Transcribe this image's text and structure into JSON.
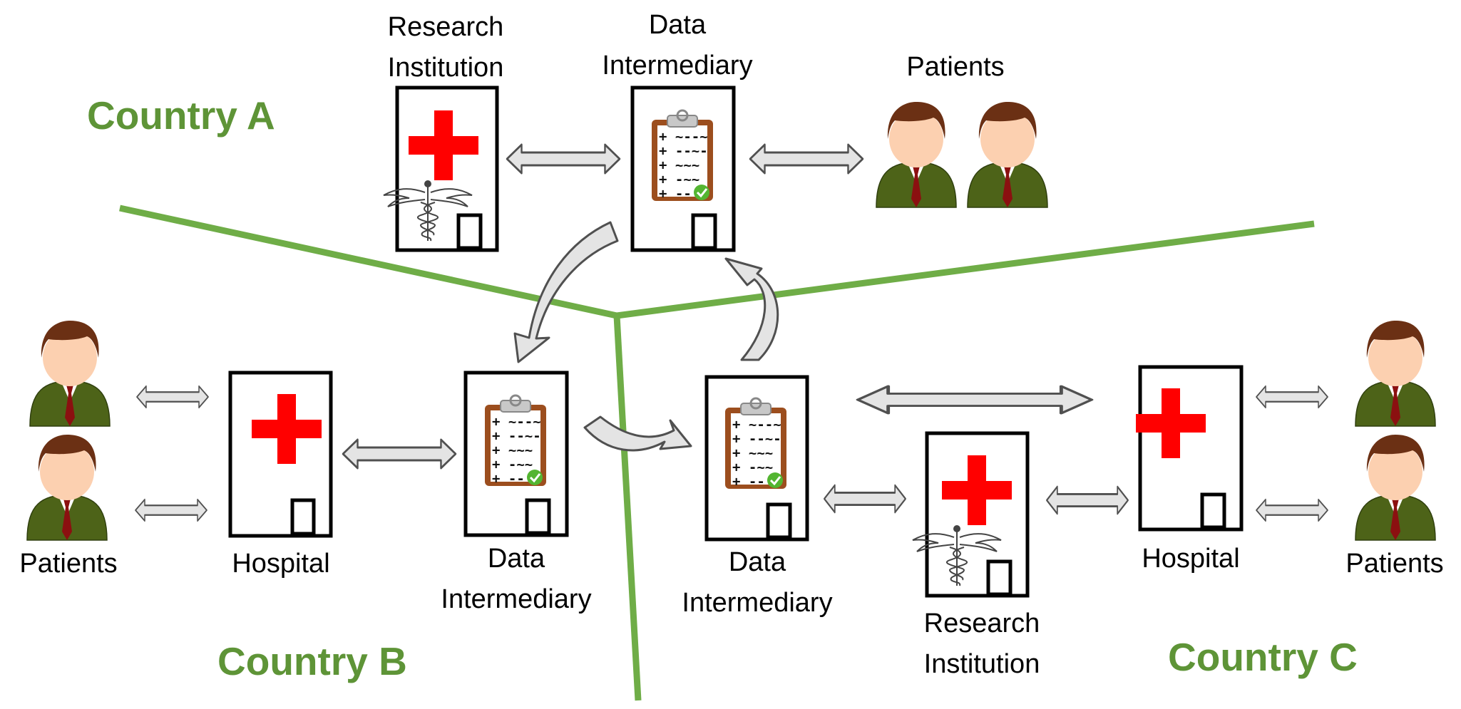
{
  "colors": {
    "border_line": "#6fad47",
    "country_text": "#5e9437",
    "arrow_fill": "#e4e4e4",
    "arrow_stroke": "#505050",
    "cross_red": "#ff0000",
    "suit_green": "#4d6318",
    "tie_red": "#8b1010",
    "hair_brown": "#6b3014",
    "skin": "#fcd0b0",
    "clipboard_brown": "#9c4e1e",
    "check_green": "#53b531"
  },
  "countries": {
    "a": "Country A",
    "b": "Country B",
    "c": "Country C"
  },
  "nodes": {
    "research_a": [
      "Research",
      "Institution"
    ],
    "intermediary_a": [
      "Data",
      "Intermediary"
    ],
    "patients_a": "Patients",
    "patients_b": "Patients",
    "hospital_b": "Hospital",
    "intermediary_b": [
      "Data",
      "Intermediary"
    ],
    "intermediary_c": [
      "Data",
      "Intermediary"
    ],
    "research_c": [
      "Research",
      "Institution"
    ],
    "hospital_c": "Hospital",
    "patients_c": "Patients"
  },
  "icons": {
    "hospital": "hospital-building-icon",
    "research": "research-building-icon",
    "intermediary": "data-intermediary-building-icon",
    "patient": "patient-icon",
    "medical_symbol": "caduceus-icon",
    "clipboard": "clipboard-icon"
  }
}
